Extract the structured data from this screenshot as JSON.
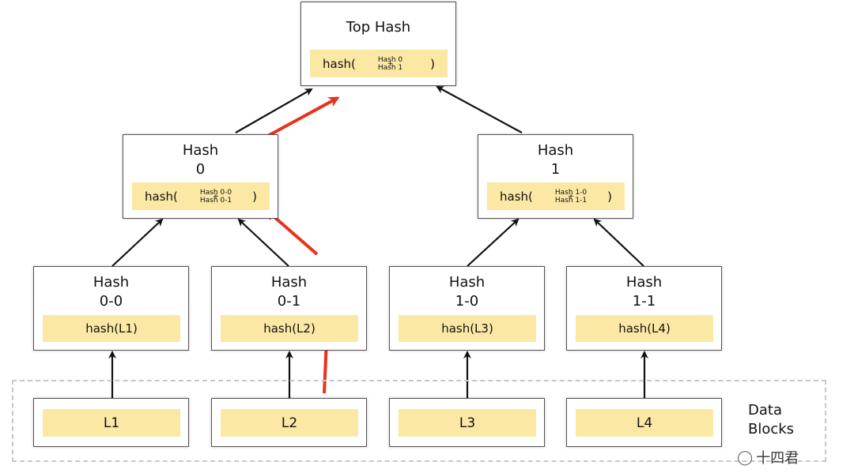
{
  "top": {
    "title": "Top Hash",
    "fn": "hash(",
    "arg1": "Hash 0",
    "plus": "+",
    "arg2": "Hash 1",
    "close": ")"
  },
  "h0": {
    "title1": "Hash",
    "title2": "0",
    "fn": "hash(",
    "arg1": "Hash 0-0",
    "plus": "+",
    "arg2": "Hash 0-1",
    "close": ")"
  },
  "h1": {
    "title1": "Hash",
    "title2": "1",
    "fn": "hash(",
    "arg1": "Hash 1-0",
    "plus": "+",
    "arg2": "Hash 1-1",
    "close": ")"
  },
  "h00": {
    "title1": "Hash",
    "title2": "0-0",
    "value": "hash(L1)"
  },
  "h01": {
    "title1": "Hash",
    "title2": "0-1",
    "value": "hash(L2)"
  },
  "h10": {
    "title1": "Hash",
    "title2": "1-0",
    "value": "hash(L3)"
  },
  "h11": {
    "title1": "Hash",
    "title2": "1-1",
    "value": "hash(L4)"
  },
  "leaves": {
    "l1": "L1",
    "l2": "L2",
    "l3": "L3",
    "l4": "L4"
  },
  "data_blocks_label": {
    "line1": "Data",
    "line2": "Blocks"
  },
  "watermark": {
    "text": "十四君"
  },
  "colors": {
    "hash_fill": "#fbe8a4",
    "highlight_arrow": "#e8321e",
    "arrow": "#111111",
    "dashed": "#c8c8c8"
  }
}
